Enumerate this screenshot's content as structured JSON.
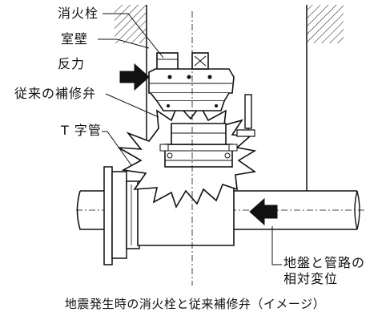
{
  "labels": {
    "hydrant": "消火栓",
    "wall": "室壁",
    "reaction_force": "反力",
    "conventional_valve": "従来の補修弁",
    "tee_pipe": "T 字管",
    "relative_displacement_line1": "地盤と管路の",
    "relative_displacement_line2": "相対変位"
  },
  "caption": "地震発生時の消火栓と従来補修弁（イメージ）",
  "colors": {
    "line": "#111111",
    "background": "#ffffff",
    "arrow_fill": "#111111"
  }
}
